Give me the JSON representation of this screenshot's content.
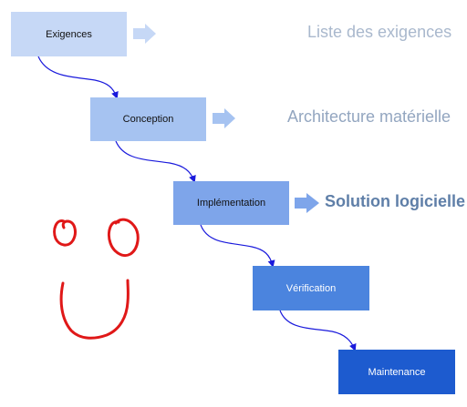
{
  "steps": [
    {
      "label": "Exigences",
      "output": "Liste des exigences"
    },
    {
      "label": "Conception",
      "output": "Architecture matérielle"
    },
    {
      "label": "Implémentation",
      "output": "Solution logicielle"
    },
    {
      "label": "Vérification"
    },
    {
      "label": "Maintenance"
    }
  ],
  "colors": {
    "connector": "#1a1adc",
    "annotation": "#e01818",
    "output_arrow": "#a6c3f1"
  },
  "annotation": {
    "type": "hand-drawn smiley face"
  }
}
